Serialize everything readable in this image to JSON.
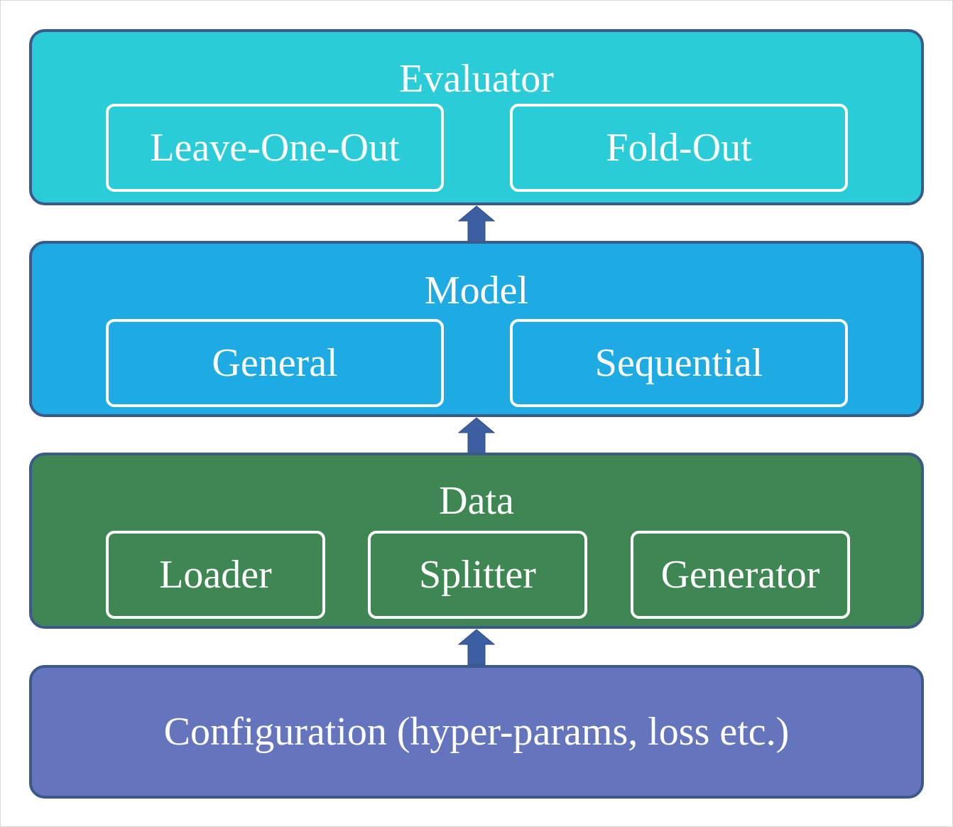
{
  "layers": {
    "evaluator": {
      "title": "Evaluator",
      "modules": [
        "Leave-One-Out",
        "Fold-Out"
      ]
    },
    "model": {
      "title": "Model",
      "modules": [
        "General",
        "Sequential"
      ]
    },
    "data": {
      "title": "Data",
      "modules": [
        "Loader",
        "Splitter",
        "Generator"
      ]
    },
    "configuration": {
      "label": "Configuration (hyper-params, loss etc.)"
    }
  },
  "colors": {
    "evaluator_fill": "#29ccd7",
    "model_fill": "#1eabe3",
    "data_fill": "#3e8753",
    "configuration_fill": "#6474bd",
    "border": "#3b5a8a",
    "arrow": "#3b5fa0",
    "text": "#ffffff"
  },
  "connections": [
    {
      "from": "configuration",
      "to": "data",
      "direction": "up"
    },
    {
      "from": "data",
      "to": "model",
      "direction": "up"
    },
    {
      "from": "model",
      "to": "evaluator",
      "direction": "up"
    }
  ]
}
